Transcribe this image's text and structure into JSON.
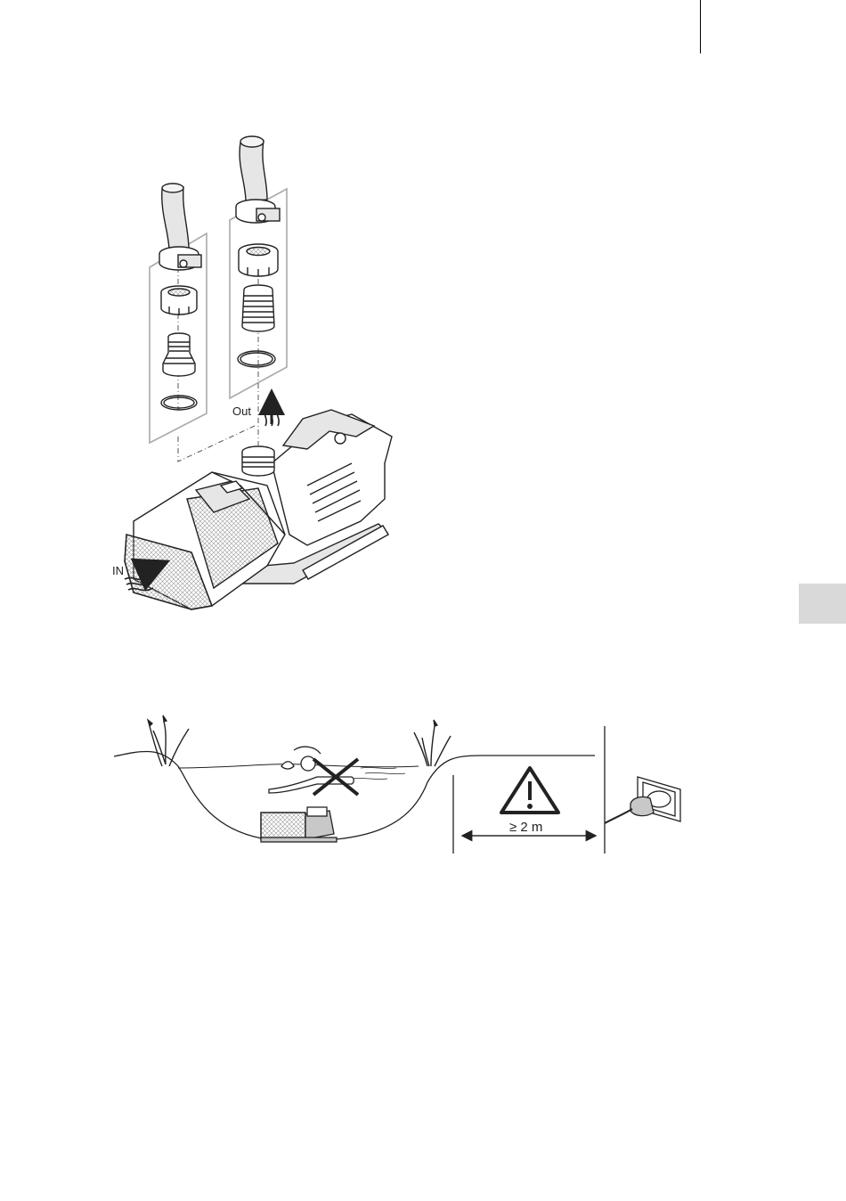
{
  "figure1": {
    "label_in": "IN",
    "label_out": "Out",
    "icons": [
      "hose-icon",
      "hose-clamp-icon",
      "union-nut-icon",
      "hose-adapter-icon",
      "o-ring-icon",
      "pump-icon",
      "flow-arrow-icon"
    ]
  },
  "figure2": {
    "distance_label": "≥ 2 m",
    "icons": [
      "pond-icon",
      "swimmer-icon",
      "prohibited-cross-icon",
      "warning-triangle-icon",
      "power-socket-icon",
      "plug-icon",
      "reed-icon"
    ]
  },
  "colors": {
    "line": "#222222",
    "fill_light": "#e6e6e6",
    "fill_mid": "#c8c8c8",
    "tab": "#d9d9d9"
  }
}
